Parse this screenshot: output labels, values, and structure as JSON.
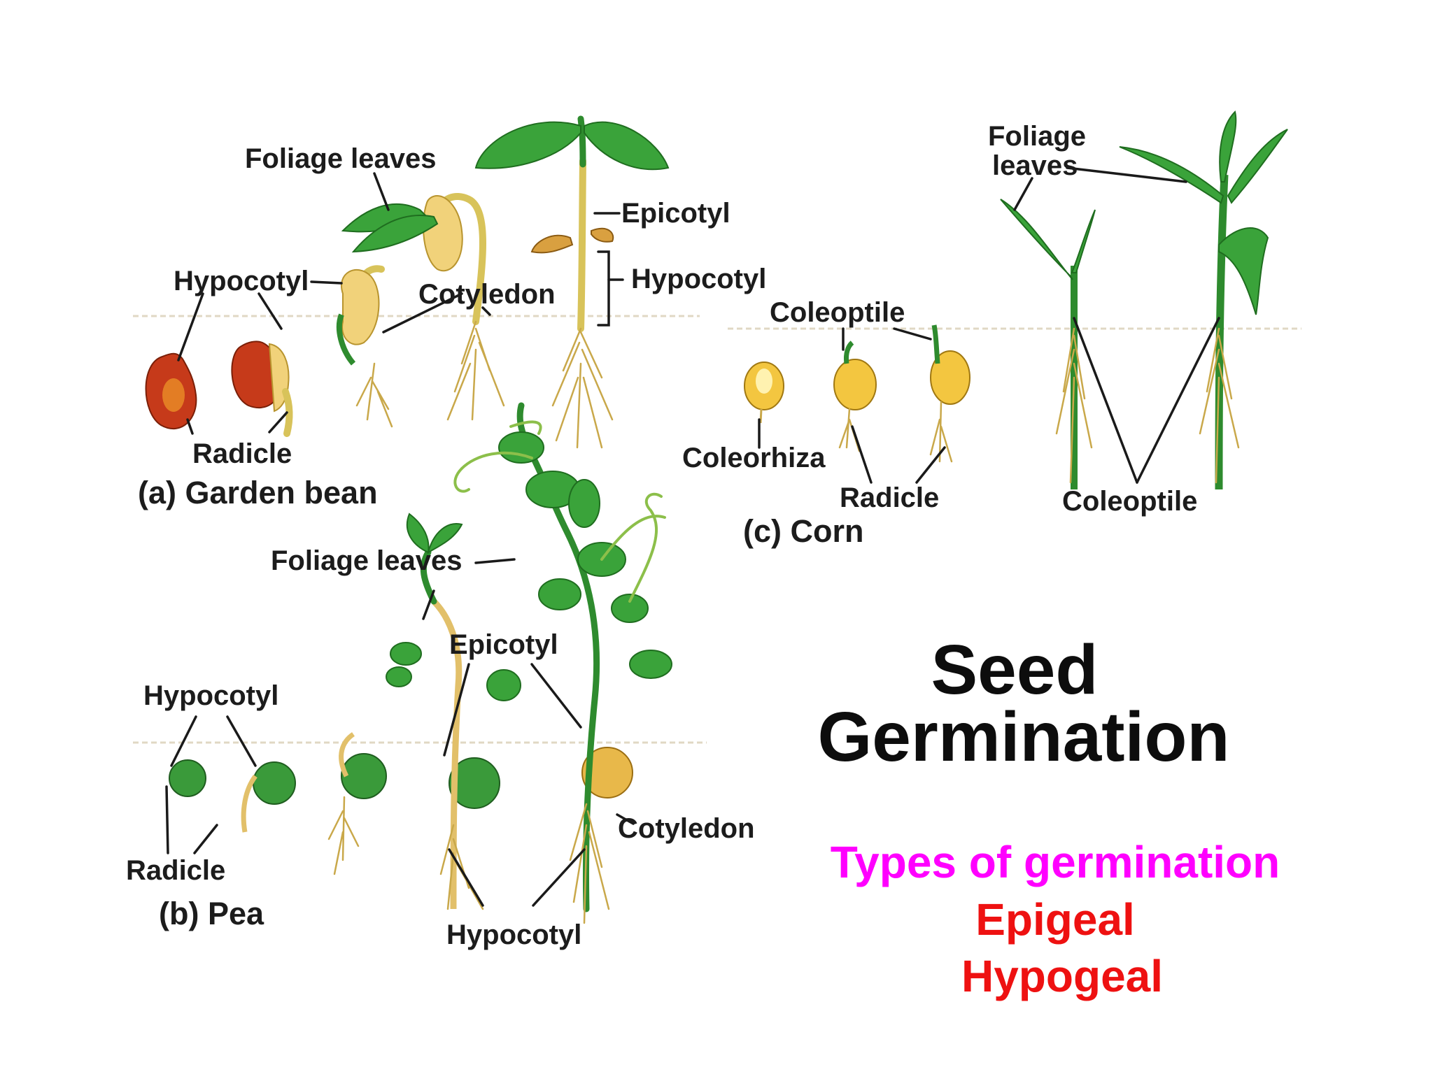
{
  "title": {
    "line1": "Seed",
    "line2": "Germination"
  },
  "types": {
    "heading": "Types of germination",
    "item1": "Epigeal",
    "item2": "Hypogeal"
  },
  "colors": {
    "types_heading": "#ff00ff",
    "types_items": "#ee1111",
    "plant_green": "#3aa33a",
    "bean_red": "#c63a1a"
  },
  "bean": {
    "caption": "(a) Garden bean",
    "foliage_leaves": "Foliage leaves",
    "epicotyl": "Epicotyl",
    "hypocotyl_left": "Hypocotyl",
    "hypocotyl_right": "Hypocotyl",
    "cotyledon": "Cotyledon",
    "radicle": "Radicle"
  },
  "pea": {
    "caption": "(b) Pea",
    "foliage_leaves": "Foliage leaves",
    "epicotyl": "Epicotyl",
    "hypocotyl_top": "Hypocotyl",
    "hypocotyl_bottom": "Hypocotyl",
    "cotyledon": "Cotyledon",
    "radicle": "Radicle"
  },
  "corn": {
    "caption": "(c) Corn",
    "foliage_leaves_line1": "Foliage",
    "foliage_leaves_line2": "leaves",
    "coleoptile_top": "Coleoptile",
    "coleoptile_bottom": "Coleoptile",
    "coleorhiza": "Coleorhiza",
    "radicle": "Radicle"
  }
}
